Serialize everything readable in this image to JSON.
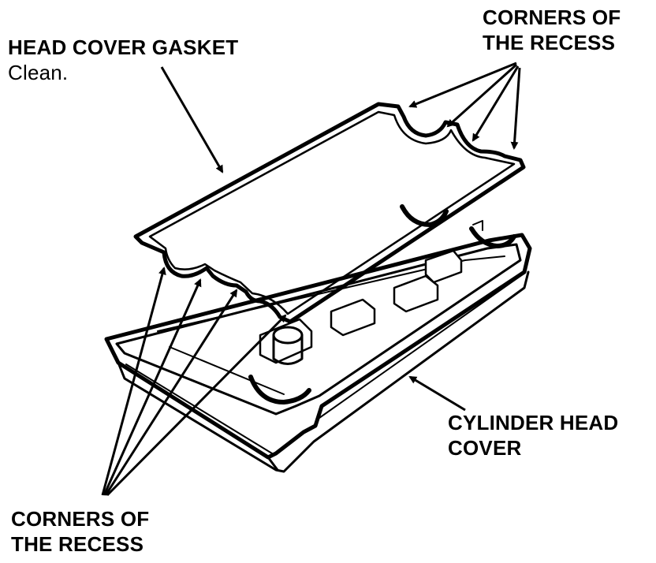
{
  "labels": {
    "head_cover_gasket": {
      "title": "HEAD COVER GASKET",
      "note": "Clean."
    },
    "corners_top": {
      "line1": "CORNERS OF",
      "line2": "THE RECESS"
    },
    "corners_bottom": {
      "line1": "CORNERS OF",
      "line2": "THE RECESS"
    },
    "cylinder_head_cover": {
      "line1": "CYLINDER HEAD",
      "line2": "COVER"
    }
  },
  "colors": {
    "ink": "#000000",
    "paper": "#ffffff"
  }
}
